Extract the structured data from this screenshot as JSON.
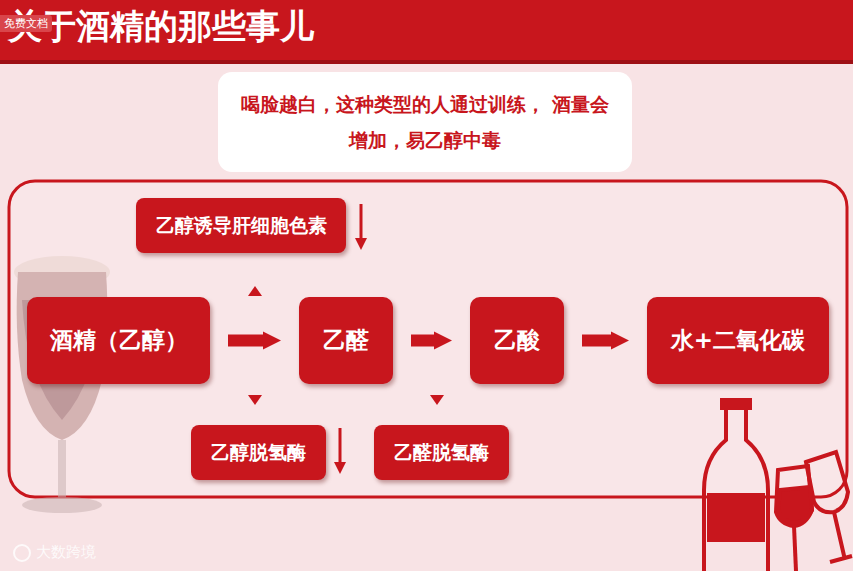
{
  "diagram": {
    "title": "关于酒精的那些事儿",
    "nodes": [
      {
        "text": [
          "喝脸越白，这种类型的人通过训练， 酒量会增加，易乙醇中毒"
        ]
      },
      {
        "text": [
          "乙醇诱导肝细胞色素"
        ]
      },
      {
        "text": [
          "酒精（乙醇）"
        ]
      },
      {
        "text": [
          "乙醛"
        ]
      },
      {
        "text": [
          "乙酸"
        ]
      },
      {
        "text": [
          "水+二氧化碳"
        ]
      },
      {
        "text": [
          "乙醇脱氢酶"
        ]
      },
      {
        "text": [
          "乙醛脱氢酶"
        ]
      }
    ],
    "edges": [
      {
        "from": 2,
        "to": 3,
        "arrow": "to"
      },
      {
        "from": 3,
        "to": 4,
        "arrow": "to"
      },
      {
        "from": 4,
        "to": 5,
        "arrow": "to"
      }
    ],
    "labels": [
      "免费文档",
      "大数跨境"
    ]
  }
}
